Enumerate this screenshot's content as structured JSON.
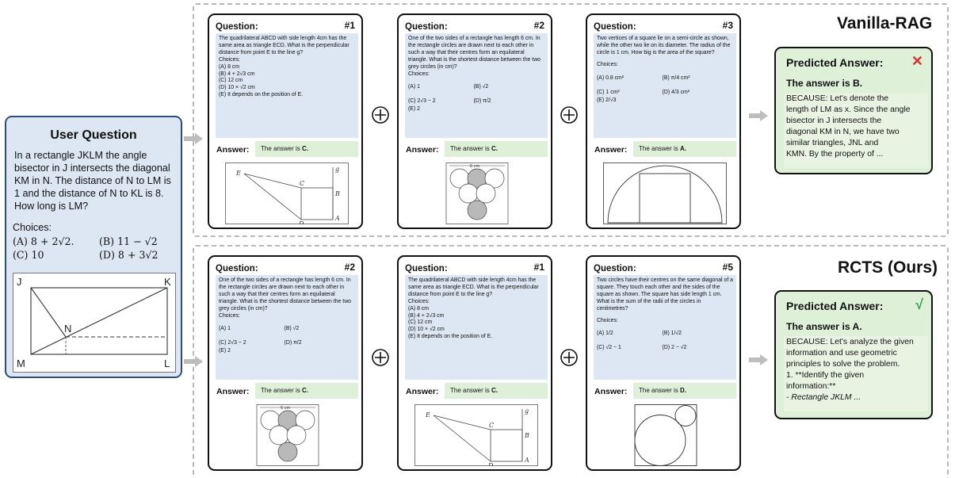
{
  "user_question": {
    "title": "User Question",
    "text": "In a rectangle JKLM the angle bisector in J intersects the diagonal KM in N. The distance of N to LM is 1 and the distance of N to KL is 8. How long is LM?",
    "choices_label": "Choices:",
    "choice_a": "(A) 8 + 2√2.",
    "choice_b": "(B) 11 − √2",
    "choice_c": "(C) 10",
    "choice_d": "(D) 8 + 3√2",
    "figure_labels": {
      "j": "J",
      "k": "K",
      "l": "L",
      "m": "M",
      "n": "N"
    }
  },
  "vanilla": {
    "title": "Vanilla-RAG",
    "cards": [
      {
        "label": "Question:",
        "num": "#1",
        "text": "The quadrilateral ABCD with side length 4cm has the same area as triangle ECD. What is the perpendicular distance from point E to the line g?",
        "choices_label": "Choices:",
        "choices": [
          "(A) 8 cm",
          "(B) 4 + 2√3 cm",
          "(C) 12 cm",
          "(D) 10 × √2 cm",
          "(E) It depends on the position of E."
        ],
        "answer_label": "Answer:",
        "answer_prefix": "The answer is",
        "answer_letter": "C.",
        "fig_labels": {
          "e": "E",
          "c": "C",
          "g": "g",
          "b": "B",
          "d": "D",
          "a": "A"
        }
      },
      {
        "label": "Question:",
        "num": "#2",
        "text": "One of the two sides of a rectangle has length 6 cm. In the rectangle circles are drawn next to each other in such a way that their centres form an equilateral triangle. What is the shortest distance between the two grey circles (in cm)?",
        "choices_label": "Choices:",
        "choices": [
          "(A) 1",
          "(B) √2",
          "(C) 2√3 − 2",
          "(D) π/2",
          "(E) 2"
        ],
        "answer_label": "Answer:",
        "answer_prefix": "The answer is",
        "answer_letter": "C.",
        "fig_label": "6 cm"
      },
      {
        "label": "Question:",
        "num": "#3",
        "text": "Two vertices of a square lie on a semi-circle as shown, while the other two lie on its diameter. The radius of the circle is 1 cm. How big is the area of the square?",
        "choices_label": "Choices:",
        "choices": [
          "(A) 0.8 cm²",
          "(B) π/4 cm²",
          "(C) 1 cm²",
          "(D) 4/3 cm²",
          "(E) 2/√3"
        ],
        "answer_label": "Answer:",
        "answer_prefix": "The answer is",
        "answer_letter": "A."
      }
    ],
    "predicted": {
      "title": "Predicted Answer:",
      "mark": "✕",
      "answer": "The answer is B.",
      "body": [
        "BECAUSE: Let's denote the",
        "length of LM as x. Since the angle",
        "bisector in J intersects the",
        "diagonal KM in N, we have two",
        "similar triangles, JNL and",
        "KMN. By the property of ..."
      ]
    }
  },
  "rcts": {
    "title": "RCTS (Ours)",
    "cards": [
      {
        "label": "Question:",
        "num": "#2",
        "text": "One of the two sides of a rectangle has length 6 cm. In the rectangle circles are drawn next to each other in such a way that their centres form an equilateral triangle. What is the shortest distance between the two grey circles (in cm)?",
        "choices_label": "Choices:",
        "choices": [
          "(A) 1",
          "(B) √2",
          "(C) 2√3 − 2",
          "(D) π/2",
          "(E) 2"
        ],
        "answer_label": "Answer:",
        "answer_prefix": "The answer is",
        "answer_letter": "C.",
        "fig_label": "6 cm"
      },
      {
        "label": "Question:",
        "num": "#1",
        "text": "The quadrilateral ABCD with side length 4cm has the same area as triangle ECD. What is the perpendicular distance from point E to the line g?",
        "choices_label": "Choices:",
        "choices": [
          "(A) 8 cm",
          "(B) 4 + 2√3 cm",
          "(C) 12 cm",
          "(D) 10 × √2 cm",
          "(E) It depends on the position of E."
        ],
        "answer_label": "Answer:",
        "answer_prefix": "The answer is",
        "answer_letter": "C.",
        "fig_labels": {
          "e": "E",
          "c": "C",
          "g": "g",
          "b": "B",
          "d": "D",
          "a": "A"
        }
      },
      {
        "label": "Question:",
        "num": "#5",
        "text": "Two circles have their centres on the same diagonal of a square. They touch each other and the sides of the square as shown. The square has side length 1 cm. What is the sum of the radii of the circles in centimetres?",
        "choices_label": "Choices:",
        "choices": [
          "(A) 1/2",
          "(B) 1/√2",
          "(C) √2 − 1",
          "(D) 2 − √2"
        ],
        "answer_label": "Answer:",
        "answer_prefix": "The answer is",
        "answer_letter": "D."
      }
    ],
    "predicted": {
      "title": "Predicted Answer:",
      "mark": "√",
      "answer": "The answer is A.",
      "body": [
        "BECAUSE: Let's analyze the given",
        "information and use geometric",
        "principles to solve the problem.",
        "1. **Identify the given",
        "information:**",
        " - Rectangle JKLM ..."
      ]
    }
  },
  "colors": {
    "question_bg": "#dce7f3",
    "answer_bg": "#dff0d8",
    "user_border": "#2f4f74",
    "wrong": "#e03030",
    "correct": "#33a64a",
    "grey_circle": "#b9b9b9",
    "connector": "#bdbdbd"
  }
}
